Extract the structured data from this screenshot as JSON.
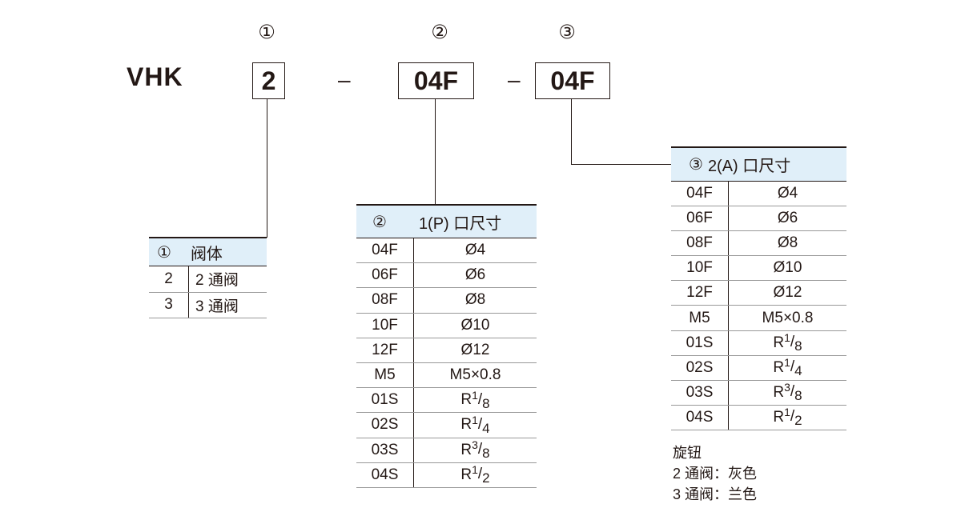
{
  "header": {
    "brand": "VHK",
    "markers": [
      "①",
      "②",
      "③"
    ],
    "codes": [
      "2",
      "04F",
      "04F"
    ],
    "dash": "–"
  },
  "table1": {
    "num": "①",
    "title": "阀体",
    "rows": [
      {
        "code": "2",
        "value": "2 通阀"
      },
      {
        "code": "3",
        "value": "3 通阀"
      }
    ]
  },
  "table2": {
    "num": "②",
    "title": "1(P) 口尺寸",
    "rows": [
      {
        "code": "04F",
        "value": "Ø4"
      },
      {
        "code": "06F",
        "value": "Ø6"
      },
      {
        "code": "08F",
        "value": "Ø8"
      },
      {
        "code": "10F",
        "value": "Ø10"
      },
      {
        "code": "12F",
        "value": "Ø12"
      },
      {
        "code": "M5",
        "value": "M5×0.8"
      },
      {
        "code": "01S",
        "value": "R",
        "num": "1",
        "den": "8"
      },
      {
        "code": "02S",
        "value": "R",
        "num": "1",
        "den": "4"
      },
      {
        "code": "03S",
        "value": "R",
        "num": "3",
        "den": "8"
      },
      {
        "code": "04S",
        "value": "R",
        "num": "1",
        "den": "2"
      }
    ]
  },
  "table3": {
    "num": "③",
    "title": "2(A) 口尺寸",
    "rows": [
      {
        "code": "04F",
        "value": "Ø4"
      },
      {
        "code": "06F",
        "value": "Ø6"
      },
      {
        "code": "08F",
        "value": "Ø8"
      },
      {
        "code": "10F",
        "value": "Ø10"
      },
      {
        "code": "12F",
        "value": "Ø12"
      },
      {
        "code": "M5",
        "value": "M5×0.8"
      },
      {
        "code": "01S",
        "value": "R",
        "num": "1",
        "den": "8"
      },
      {
        "code": "02S",
        "value": "R",
        "num": "1",
        "den": "4"
      },
      {
        "code": "03S",
        "value": "R",
        "num": "3",
        "den": "8"
      },
      {
        "code": "04S",
        "value": "R",
        "num": "1",
        "den": "2"
      }
    ]
  },
  "note": {
    "title": "旋钮",
    "lines": [
      "2 通阀：灰色",
      "3 通阀：兰色"
    ]
  }
}
